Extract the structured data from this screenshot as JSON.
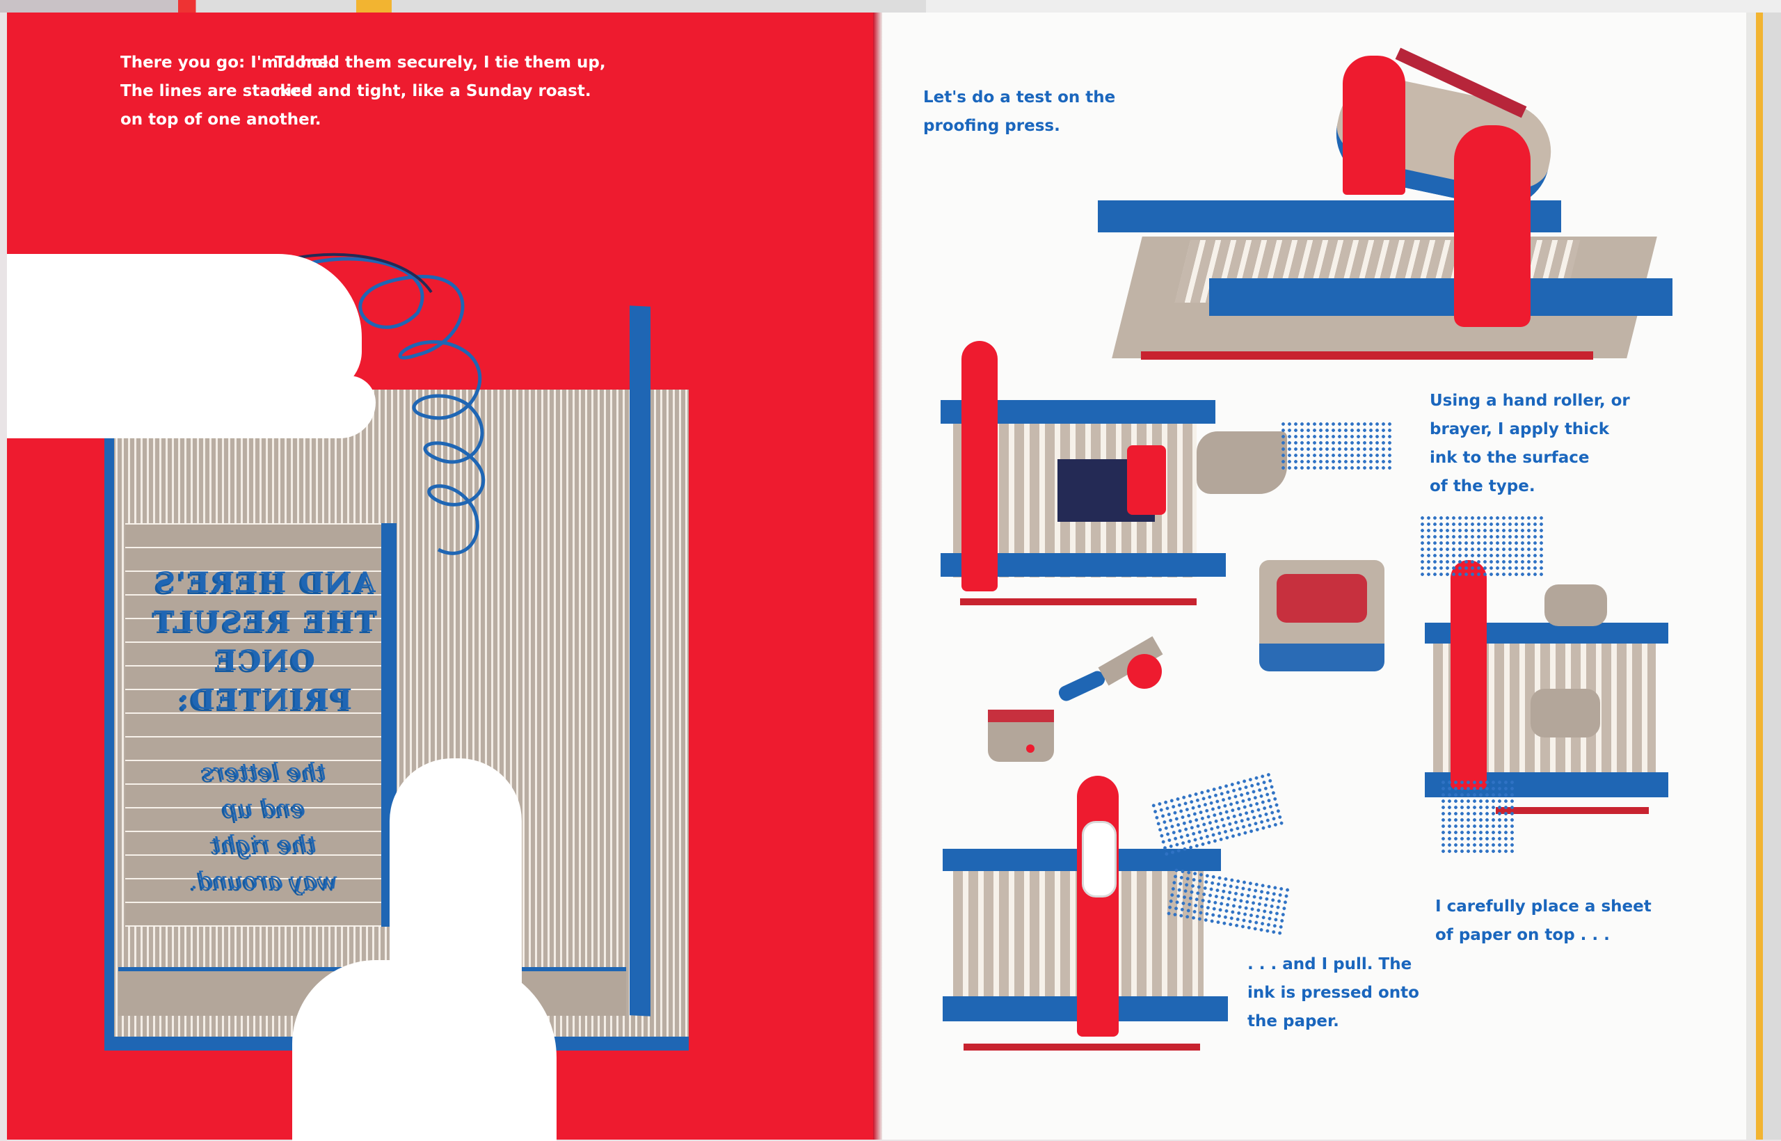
{
  "left_page": {
    "caption_1": "There you go: I'm done.\nThe lines are stacked\non top of one another.",
    "caption_2": "To hold them securely, I tie them up,\nnice and tight, like a Sunday roast.",
    "type_block": {
      "headline": [
        "AND HERE'S",
        "THE RESULT",
        "ONCE",
        "PRINTED:"
      ],
      "script": [
        "the letters",
        "end up",
        "the right",
        "way around."
      ]
    }
  },
  "right_page": {
    "caption_test": "Let's do a test on the\nproofing press.",
    "caption_roller": "Using a hand roller, or\nbrayer, I apply thick\nink to the surface\nof the type.",
    "caption_sheet": "I carefully place a sheet\nof paper on top . . .",
    "caption_pull": ". . . and I pull. The\nink is pressed onto\nthe paper."
  },
  "colors": {
    "red": "#ee1b2f",
    "blue": "#1f66b4",
    "gray": "#b3a69a",
    "paper": "#fbfbfa"
  }
}
